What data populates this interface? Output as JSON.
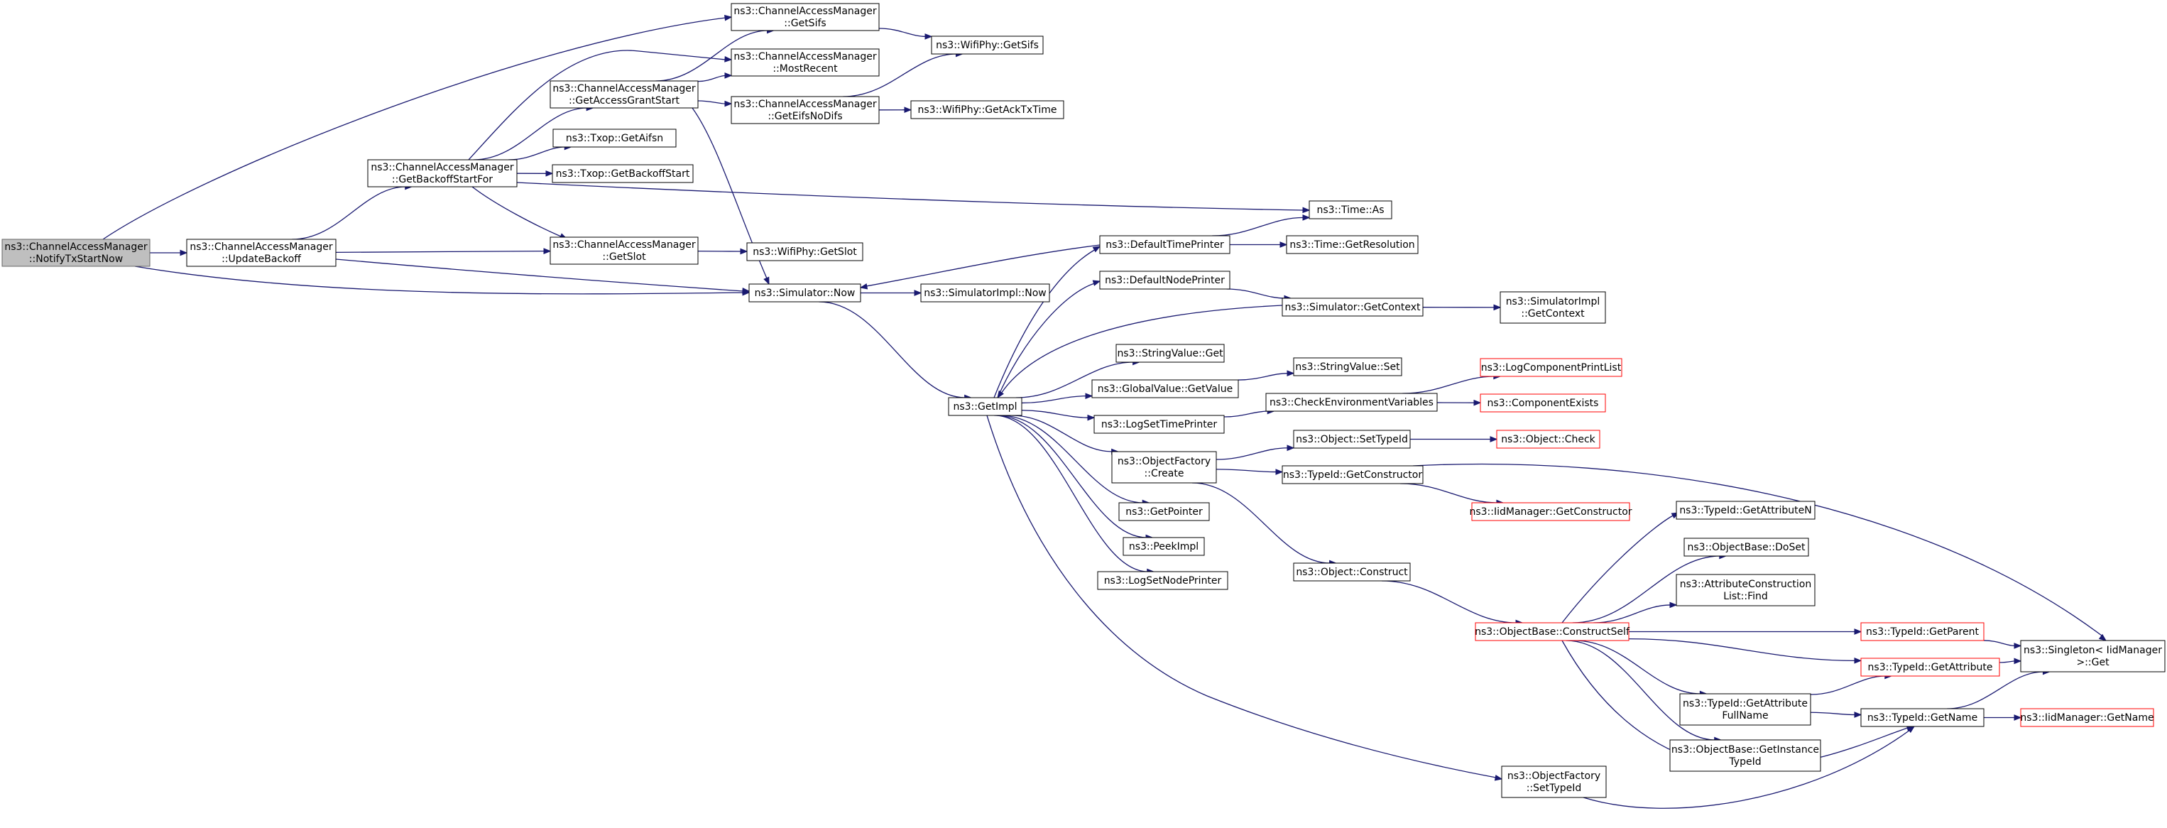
{
  "graph": {
    "colors": {
      "edge": "#191970",
      "node_border": "#000000",
      "root_fill": "#bfbfbf",
      "truncated_border": "#ff0000",
      "background": "#ffffff"
    },
    "nodes": [
      {
        "id": "notify",
        "lines": [
          "ns3::ChannelAccessManager",
          "::NotifyTxStartNow"
        ],
        "style": "root"
      },
      {
        "id": "updateBackoff",
        "lines": [
          "ns3::ChannelAccessManager",
          "::UpdateBackoff"
        ],
        "style": "normal"
      },
      {
        "id": "getBackoffStartFor",
        "lines": [
          "ns3::ChannelAccessManager",
          "::GetBackoffStartFor"
        ],
        "style": "normal"
      },
      {
        "id": "getAccessGrantStart",
        "lines": [
          "ns3::ChannelAccessManager",
          "::GetAccessGrantStart"
        ],
        "style": "normal"
      },
      {
        "id": "camGetSifs",
        "lines": [
          "ns3::ChannelAccessManager",
          "::GetSifs"
        ],
        "style": "normal"
      },
      {
        "id": "camMostRecent",
        "lines": [
          "ns3::ChannelAccessManager",
          "::MostRecent"
        ],
        "style": "normal"
      },
      {
        "id": "camGetEifsNoDifs",
        "lines": [
          "ns3::ChannelAccessManager",
          "::GetEifsNoDifs"
        ],
        "style": "normal"
      },
      {
        "id": "phyGetSifs",
        "lines": [
          "ns3::WifiPhy::GetSifs"
        ],
        "style": "normal"
      },
      {
        "id": "phyGetAckTxTime",
        "lines": [
          "ns3::WifiPhy::GetAckTxTime"
        ],
        "style": "normal"
      },
      {
        "id": "txopGetAifsn",
        "lines": [
          "ns3::Txop::GetAifsn"
        ],
        "style": "normal"
      },
      {
        "id": "txopGetBackoffStart",
        "lines": [
          "ns3::Txop::GetBackoffStart"
        ],
        "style": "normal"
      },
      {
        "id": "camGetSlot",
        "lines": [
          "ns3::ChannelAccessManager",
          "::GetSlot"
        ],
        "style": "normal"
      },
      {
        "id": "phyGetSlot",
        "lines": [
          "ns3::WifiPhy::GetSlot"
        ],
        "style": "normal"
      },
      {
        "id": "simNow",
        "lines": [
          "ns3::Simulator::Now"
        ],
        "style": "normal"
      },
      {
        "id": "simImplNow",
        "lines": [
          "ns3::SimulatorImpl::Now"
        ],
        "style": "normal"
      },
      {
        "id": "timeAs",
        "lines": [
          "ns3::Time::As"
        ],
        "style": "normal"
      },
      {
        "id": "defaultTimePrinter",
        "lines": [
          "ns3::DefaultTimePrinter"
        ],
        "style": "normal"
      },
      {
        "id": "timeGetResolution",
        "lines": [
          "ns3::Time::GetResolution"
        ],
        "style": "normal"
      },
      {
        "id": "defaultNodePrinter",
        "lines": [
          "ns3::DefaultNodePrinter"
        ],
        "style": "normal"
      },
      {
        "id": "simGetContext",
        "lines": [
          "ns3::Simulator::GetContext"
        ],
        "style": "normal"
      },
      {
        "id": "simImplGetContext",
        "lines": [
          "ns3::SimulatorImpl",
          "::GetContext"
        ],
        "style": "normal"
      },
      {
        "id": "getImpl",
        "lines": [
          "ns3::GetImpl"
        ],
        "style": "normal"
      },
      {
        "id": "stringValueGet",
        "lines": [
          "ns3::StringValue::Get"
        ],
        "style": "normal"
      },
      {
        "id": "globalValueGetValue",
        "lines": [
          "ns3::GlobalValue::GetValue"
        ],
        "style": "normal"
      },
      {
        "id": "stringValueSet",
        "lines": [
          "ns3::StringValue::Set"
        ],
        "style": "normal"
      },
      {
        "id": "logSetTimePrinter",
        "lines": [
          "ns3::LogSetTimePrinter"
        ],
        "style": "normal"
      },
      {
        "id": "checkEnvVars",
        "lines": [
          "ns3::CheckEnvironmentVariables"
        ],
        "style": "normal"
      },
      {
        "id": "logComponentPrintList",
        "lines": [
          "ns3::LogComponentPrintList"
        ],
        "style": "trunc"
      },
      {
        "id": "componentExists",
        "lines": [
          "ns3::ComponentExists"
        ],
        "style": "trunc"
      },
      {
        "id": "objectFactoryCreate",
        "lines": [
          "ns3::ObjectFactory",
          "::Create"
        ],
        "style": "normal"
      },
      {
        "id": "objectSetTypeId",
        "lines": [
          "ns3::Object::SetTypeId"
        ],
        "style": "normal"
      },
      {
        "id": "objectCheck",
        "lines": [
          "ns3::Object::Check"
        ],
        "style": "trunc"
      },
      {
        "id": "typeIdGetConstructor",
        "lines": [
          "ns3::TypeId::GetConstructor"
        ],
        "style": "normal"
      },
      {
        "id": "iidGetConstructor",
        "lines": [
          "ns3::IidManager::GetConstructor"
        ],
        "style": "trunc"
      },
      {
        "id": "getPointer",
        "lines": [
          "ns3::GetPointer"
        ],
        "style": "normal"
      },
      {
        "id": "peekImpl",
        "lines": [
          "ns3::PeekImpl"
        ],
        "style": "normal"
      },
      {
        "id": "logSetNodePrinter",
        "lines": [
          "ns3::LogSetNodePrinter"
        ],
        "style": "normal"
      },
      {
        "id": "objectConstruct",
        "lines": [
          "ns3::Object::Construct"
        ],
        "style": "normal"
      },
      {
        "id": "constructSelf",
        "lines": [
          "ns3::ObjectBase::ConstructSelf"
        ],
        "style": "trunc"
      },
      {
        "id": "getAttributeN",
        "lines": [
          "ns3::TypeId::GetAttributeN"
        ],
        "style": "normal"
      },
      {
        "id": "objectBaseDoSet",
        "lines": [
          "ns3::ObjectBase::DoSet"
        ],
        "style": "normal"
      },
      {
        "id": "acListFind",
        "lines": [
          "ns3::AttributeConstruction",
          "List::Find"
        ],
        "style": "normal"
      },
      {
        "id": "typeIdGetParent",
        "lines": [
          "ns3::TypeId::GetParent"
        ],
        "style": "trunc"
      },
      {
        "id": "typeIdGetAttribute",
        "lines": [
          "ns3::TypeId::GetAttribute"
        ],
        "style": "trunc"
      },
      {
        "id": "singletonGet",
        "lines": [
          "ns3::Singleton< IidManager",
          " >::Get"
        ],
        "style": "normal"
      },
      {
        "id": "getAttributeFullName",
        "lines": [
          "ns3::TypeId::GetAttribute",
          "FullName"
        ],
        "style": "normal"
      },
      {
        "id": "typeIdGetName",
        "lines": [
          "ns3::TypeId::GetName"
        ],
        "style": "normal"
      },
      {
        "id": "iidGetName",
        "lines": [
          "ns3::IidManager::GetName"
        ],
        "style": "trunc"
      },
      {
        "id": "getInstanceTypeId",
        "lines": [
          "ns3::ObjectBase::GetInstance",
          "TypeId"
        ],
        "style": "normal"
      },
      {
        "id": "objectFactorySetTypeId",
        "lines": [
          "ns3::ObjectFactory",
          "::SetTypeId"
        ],
        "style": "normal"
      }
    ],
    "edges": [
      [
        "notify",
        "camGetSifs"
      ],
      [
        "notify",
        "updateBackoff"
      ],
      [
        "notify",
        "simNow"
      ],
      [
        "updateBackoff",
        "getBackoffStartFor"
      ],
      [
        "updateBackoff",
        "camGetSlot"
      ],
      [
        "updateBackoff",
        "simNow"
      ],
      [
        "getBackoffStartFor",
        "camMostRecent"
      ],
      [
        "getBackoffStartFor",
        "getAccessGrantStart"
      ],
      [
        "getBackoffStartFor",
        "txopGetAifsn"
      ],
      [
        "getBackoffStartFor",
        "txopGetBackoffStart"
      ],
      [
        "getBackoffStartFor",
        "timeAs"
      ],
      [
        "getBackoffStartFor",
        "camGetSlot"
      ],
      [
        "getAccessGrantStart",
        "camGetSifs"
      ],
      [
        "getAccessGrantStart",
        "camMostRecent"
      ],
      [
        "getAccessGrantStart",
        "camGetEifsNoDifs"
      ],
      [
        "getAccessGrantStart",
        "simNow"
      ],
      [
        "camGetSifs",
        "phyGetSifs"
      ],
      [
        "camGetEifsNoDifs",
        "phyGetSifs"
      ],
      [
        "camGetEifsNoDifs",
        "phyGetAckTxTime"
      ],
      [
        "camGetSlot",
        "phyGetSlot"
      ],
      [
        "simNow",
        "simImplNow"
      ],
      [
        "simNow",
        "getImpl"
      ],
      [
        "defaultTimePrinter",
        "timeAs"
      ],
      [
        "defaultTimePrinter",
        "timeGetResolution"
      ],
      [
        "defaultTimePrinter",
        "simNow"
      ],
      [
        "defaultNodePrinter",
        "simGetContext"
      ],
      [
        "simGetContext",
        "simImplGetContext"
      ],
      [
        "simGetContext",
        "getImpl"
      ],
      [
        "getImpl",
        "defaultTimePrinter"
      ],
      [
        "getImpl",
        "defaultNodePrinter"
      ],
      [
        "getImpl",
        "stringValueGet"
      ],
      [
        "getImpl",
        "globalValueGetValue"
      ],
      [
        "getImpl",
        "logSetTimePrinter"
      ],
      [
        "getImpl",
        "objectFactoryCreate"
      ],
      [
        "getImpl",
        "getPointer"
      ],
      [
        "getImpl",
        "peekImpl"
      ],
      [
        "getImpl",
        "logSetNodePrinter"
      ],
      [
        "getImpl",
        "objectFactorySetTypeId"
      ],
      [
        "globalValueGetValue",
        "stringValueSet"
      ],
      [
        "logSetTimePrinter",
        "checkEnvVars"
      ],
      [
        "checkEnvVars",
        "logComponentPrintList"
      ],
      [
        "checkEnvVars",
        "componentExists"
      ],
      [
        "objectFactoryCreate",
        "objectSetTypeId"
      ],
      [
        "objectFactoryCreate",
        "typeIdGetConstructor"
      ],
      [
        "objectFactoryCreate",
        "objectConstruct"
      ],
      [
        "objectSetTypeId",
        "objectCheck"
      ],
      [
        "typeIdGetConstructor",
        "singletonGet"
      ],
      [
        "typeIdGetConstructor",
        "iidGetConstructor"
      ],
      [
        "objectConstruct",
        "constructSelf"
      ],
      [
        "constructSelf",
        "getAttributeN"
      ],
      [
        "constructSelf",
        "objectBaseDoSet"
      ],
      [
        "constructSelf",
        "acListFind"
      ],
      [
        "constructSelf",
        "typeIdGetParent"
      ],
      [
        "constructSelf",
        "typeIdGetAttribute"
      ],
      [
        "constructSelf",
        "getAttributeFullName"
      ],
      [
        "constructSelf",
        "getInstanceTypeId"
      ],
      [
        "constructSelf",
        "typeIdGetName"
      ],
      [
        "typeIdGetParent",
        "singletonGet"
      ],
      [
        "typeIdGetAttribute",
        "singletonGet"
      ],
      [
        "getAttributeFullName",
        "typeIdGetAttribute"
      ],
      [
        "getAttributeFullName",
        "typeIdGetName"
      ],
      [
        "typeIdGetName",
        "singletonGet"
      ],
      [
        "typeIdGetName",
        "iidGetName"
      ],
      [
        "objectFactorySetTypeId",
        "typeIdGetName"
      ]
    ]
  }
}
